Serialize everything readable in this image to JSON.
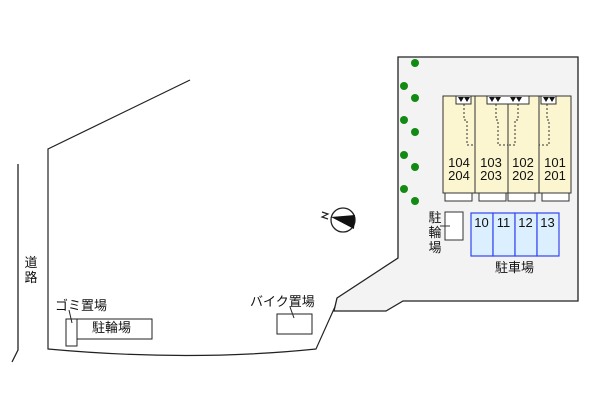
{
  "map": {
    "road_label": "道路",
    "garbage_label": "ゴミ置場",
    "bicycle_parking_left_label": "駐輪場",
    "bike_parking_label": "バイク置場",
    "bicycle_parking_right_label": "駐輪場",
    "car_parking_label": "駐車場",
    "north_label": "N",
    "units": [
      {
        "lower": "104",
        "upper": "204"
      },
      {
        "lower": "103",
        "upper": "203"
      },
      {
        "lower": "102",
        "upper": "202"
      },
      {
        "lower": "101",
        "upper": "201"
      }
    ],
    "parking_slots": [
      "10",
      "11",
      "12",
      "13"
    ],
    "colors": {
      "building_fill": "#fbf6cf",
      "parking_fill": "#dcefff",
      "parking_border": "#3344ee",
      "lot_fill": "#f3f3f3",
      "tree": "#138a13"
    }
  }
}
